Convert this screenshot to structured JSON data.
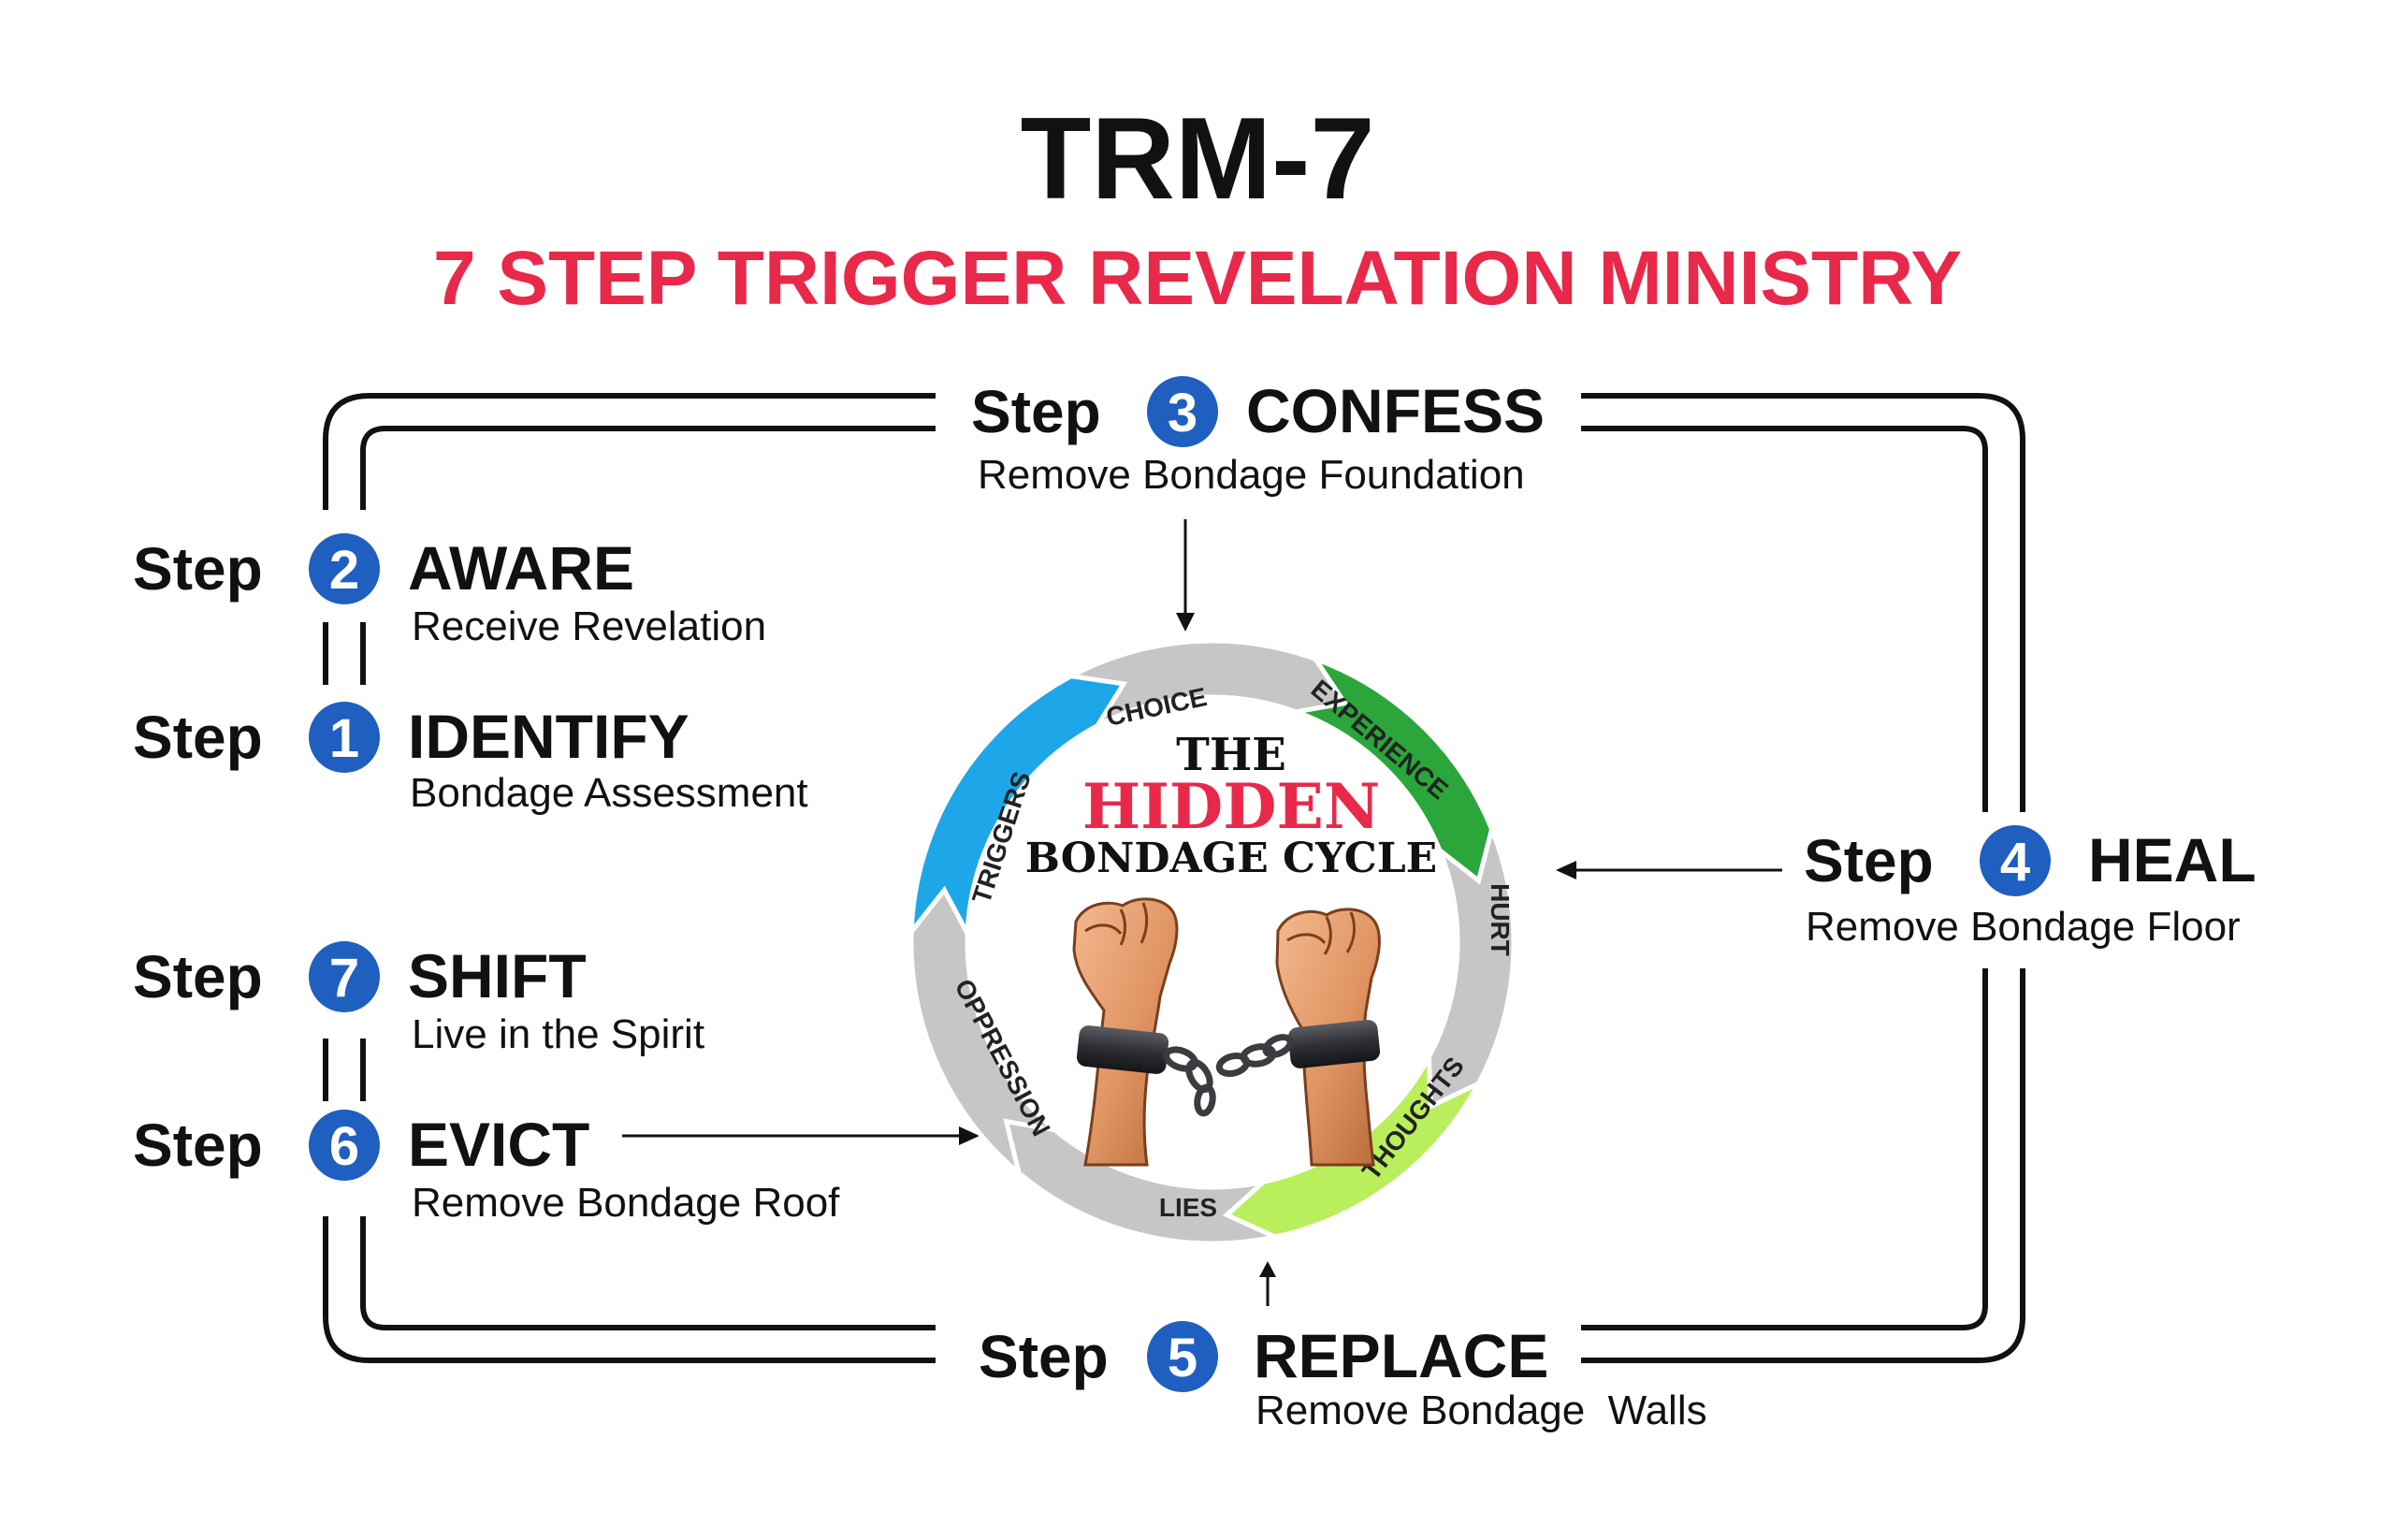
{
  "title": "TRM-7",
  "subtitle": "7 STEP TRIGGER REVELATION MINISTRY",
  "colors": {
    "title": "#111111",
    "subtitle": "#e8294a",
    "badge": "#1f5fbf",
    "frame": "#111111",
    "ring_gray": "#c6c6c6",
    "ring_blue": "#1ea7e8",
    "ring_green": "#2aa63a",
    "ring_lime": "#b9ee5c",
    "hidden_red": "#e8294a"
  },
  "steps": [
    {
      "word": "Step",
      "number": "1",
      "name": "IDENTIFY",
      "description": "Bondage Assessment"
    },
    {
      "word": "Step",
      "number": "2",
      "name": "AWARE",
      "description": "Receive Revelation"
    },
    {
      "word": "Step",
      "number": "3",
      "name": "CONFESS",
      "description": "Remove Bondage Foundation"
    },
    {
      "word": "Step",
      "number": "4",
      "name": "HEAL",
      "description": "Remove Bondage Floor"
    },
    {
      "word": "Step",
      "number": "5",
      "name": "REPLACE",
      "description": "Remove Bondage  Walls"
    },
    {
      "word": "Step",
      "number": "6",
      "name": "EVICT",
      "description": "Remove Bondage Roof"
    },
    {
      "word": "Step",
      "number": "7",
      "name": "SHIFT",
      "description": "Live in the Spirit"
    }
  ],
  "cycle": {
    "title_line1": "THE",
    "title_line2": "HIDDEN",
    "title_line3": "BONDAGE CYCLE",
    "stages": [
      "CHOICE",
      "EXPERIENCE",
      "HURT",
      "THOUGHTS",
      "LIES",
      "OPPRESSION",
      "TRIGGERS"
    ],
    "illustration": "broken-chains-fists"
  }
}
